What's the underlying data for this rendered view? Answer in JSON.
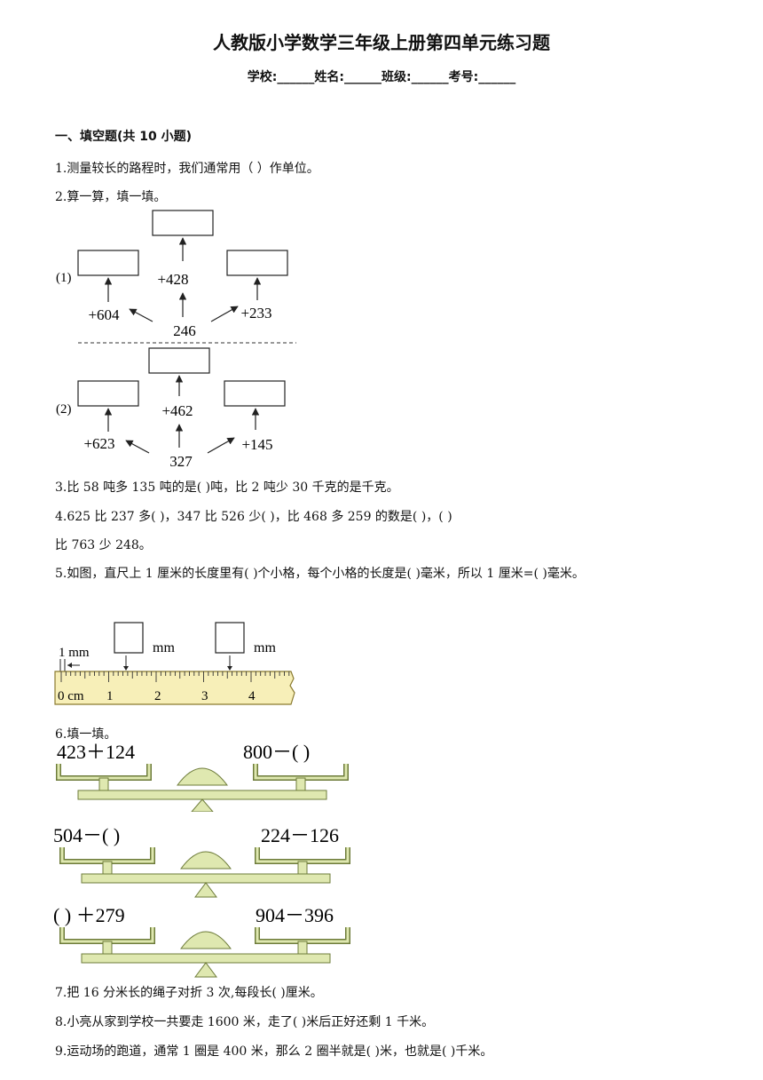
{
  "header": {
    "title": "人教版小学数学三年级上册第四单元练习题",
    "info": "学校:______姓名:______班级:______考号:______"
  },
  "section1": {
    "title": "一、填空题(共 10 小题)"
  },
  "questions": {
    "q1": "1.测量较长的路程时，我们通常用（      ）作单位。",
    "q2": "2.算一算，填一填。",
    "q3": "3.比 58 吨多 135 吨的是(        )吨，比 2 吨少 30 千克的是千克。",
    "q4a": "4.625 比 237 多(        )，347 比 526 少(        )，比 468 多 259 的数是(        )，(        )",
    "q4b": "比 763 少 248。",
    "q5": "5.如图，直尺上 1 厘米的长度里有(        )个小格，每个小格的长度是(        )毫米，所以 1 厘米=(        )毫米。",
    "q6": "6.填一填。",
    "q7": "7.把 16 分米长的绳子对折 3 次,每段长(      )厘米。",
    "q8": "8.小亮从家到学校一共要走 1600 米，走了(        )米后正好还剩 1 千米。",
    "q9": "9.运动场的跑道，通常 1 圈是 400 米，那么 2 圈半就是(      )米，也就是(      )千米。"
  },
  "diagram1": {
    "label": "(1)",
    "center": "246",
    "left_op": "+604",
    "top_op": "+428",
    "right_op": "+233"
  },
  "diagram2": {
    "label": "(2)",
    "center": "327",
    "left_op": "+623",
    "top_op": "+462",
    "right_op": "+145"
  },
  "ruler": {
    "mm_label": "1 mm",
    "unit_label_1": "mm",
    "unit_label_2": "mm",
    "ticks": [
      "0 cm",
      "1",
      "2",
      "3",
      "4"
    ]
  },
  "balances": [
    {
      "left": "423＋124",
      "right": "800－(    )"
    },
    {
      "left": "504－(    )",
      "right": "224－126"
    },
    {
      "left": "(    ) ＋279",
      "right": "904－396"
    }
  ],
  "colors": {
    "balance_fill": "#dfe8b0",
    "balance_stroke": "#6d7b3a",
    "ruler_fill": "#f7efb8",
    "ruler_stroke": "#8a7a2f"
  }
}
